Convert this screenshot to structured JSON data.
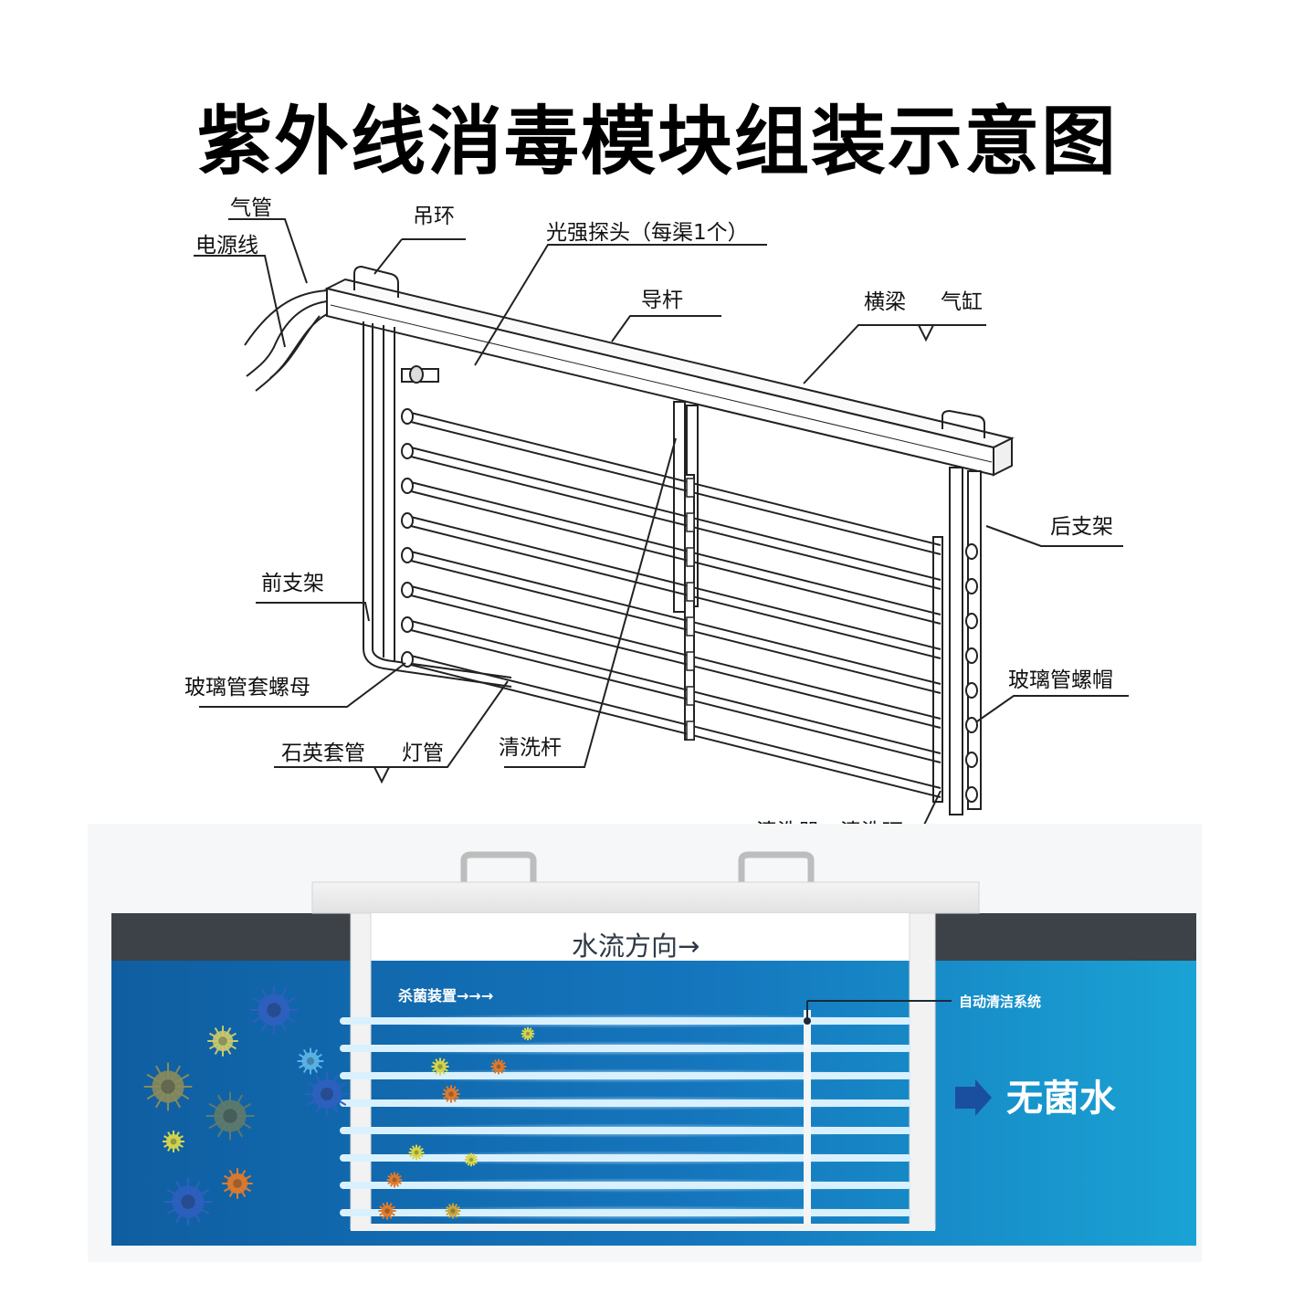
{
  "title": "紫外线消毒模块组装示意图",
  "diagram_labels": {
    "air_pipe": "气管",
    "power_cord": "电源线",
    "lifting_ring": "吊环",
    "light_sensor": "光强探头（每渠1个）",
    "guide_rod": "导杆",
    "beam": "横梁",
    "cylinder": "气缸",
    "rear_bracket": "后支架",
    "front_bracket": "前支架",
    "nut": "玻璃管套螺母",
    "cap": "玻璃管螺帽",
    "quartz_sleeve": "石英套管",
    "lamp": "灯管",
    "cleaning_rod": "清洗杆",
    "cleaner": "清洗器",
    "cleaning_ring": "清洗环"
  },
  "scene_labels": {
    "flow_direction": "水流方向→",
    "sterilizer": "杀菌装置→→→",
    "auto_clean": "自动清洁系统",
    "sterile_water": "无菌水"
  },
  "colors": {
    "water_dark": "#0f5ea1",
    "water_light": "#1aa3d4",
    "band": "#3c4248",
    "tube": "#d9f1ff"
  }
}
